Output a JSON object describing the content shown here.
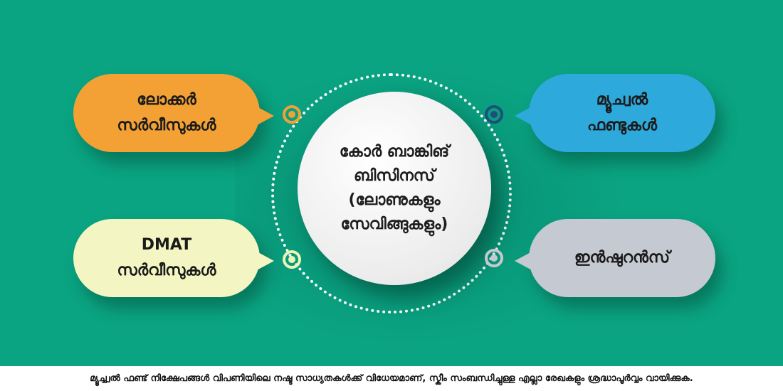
{
  "diagram": {
    "center": {
      "text": "കോർ ബാങ്കിങ്\nബിസിനസ്\n(ലോണുകളും\nസേവിങ്ങുകളും)"
    },
    "items": [
      {
        "id": "locker",
        "text": "ലോക്കർ\nസർവീസുകൾ",
        "color": "#f3a134",
        "node_color": "#f3a134",
        "position": "top-left"
      },
      {
        "id": "mutual-funds",
        "text": "മ്യൂച്വൽ\nഫണ്ടുകൾ",
        "color": "#2ea9dc",
        "node_color": "#1c4f7a",
        "position": "top-right"
      },
      {
        "id": "dmat",
        "text": "DMAT\nസർവീസുകൾ",
        "color": "#f3f6c2",
        "node_color": "#eef4b8",
        "position": "bottom-left"
      },
      {
        "id": "insurance",
        "text": "ഇൻഷുറൻസ്",
        "color": "#c5c9d1",
        "node_color": "#c5c9d1",
        "position": "bottom-right"
      }
    ],
    "background_color": "#0aa482"
  },
  "footer": {
    "disclaimer": "മ്യൂച്ച്വൽ ഫണ്ട് നിക്ഷേപങ്ങൾ വിപണിയിലെ നഷ്ട സാധ്യതകൾക്ക് വിധേയമാണ്, സ്കീം സംബന്ധിച്ചുള്ള എല്ലാ രേഖകളും ശ്രദ്ധാപൂർവ്വം വായിക്കുക."
  }
}
